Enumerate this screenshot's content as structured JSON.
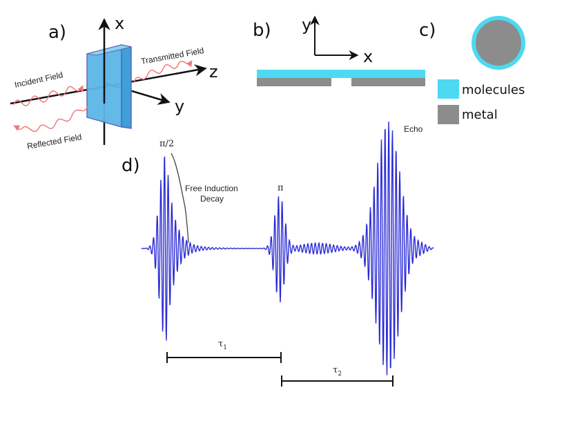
{
  "panels": {
    "a": "a)",
    "b": "b)",
    "c": "c)",
    "d": "d)"
  },
  "panel_a": {
    "axis_x": "x",
    "axis_y": "y",
    "axis_z": "z",
    "incident": "Incident Field",
    "transmitted": "Transmitted Field",
    "reflected": "Reflected Field"
  },
  "panel_b": {
    "axis_y": "y",
    "axis_x": "x"
  },
  "legend": {
    "molecules": "molecules",
    "metal": "metal"
  },
  "colors": {
    "molecules": "#4dd9f2",
    "metal": "#8c8c8c",
    "wave": "#2a2ad6",
    "field": "#f07878",
    "plate": "#5bb6e6"
  },
  "panel_d": {
    "pi_half": "π/2",
    "pi": "π",
    "echo": "Echo",
    "fid_line1": "Free Induction",
    "fid_line2": "Decay",
    "tau1": "τ",
    "tau1_sub": "1",
    "tau2": "τ",
    "tau2_sub": "2"
  }
}
